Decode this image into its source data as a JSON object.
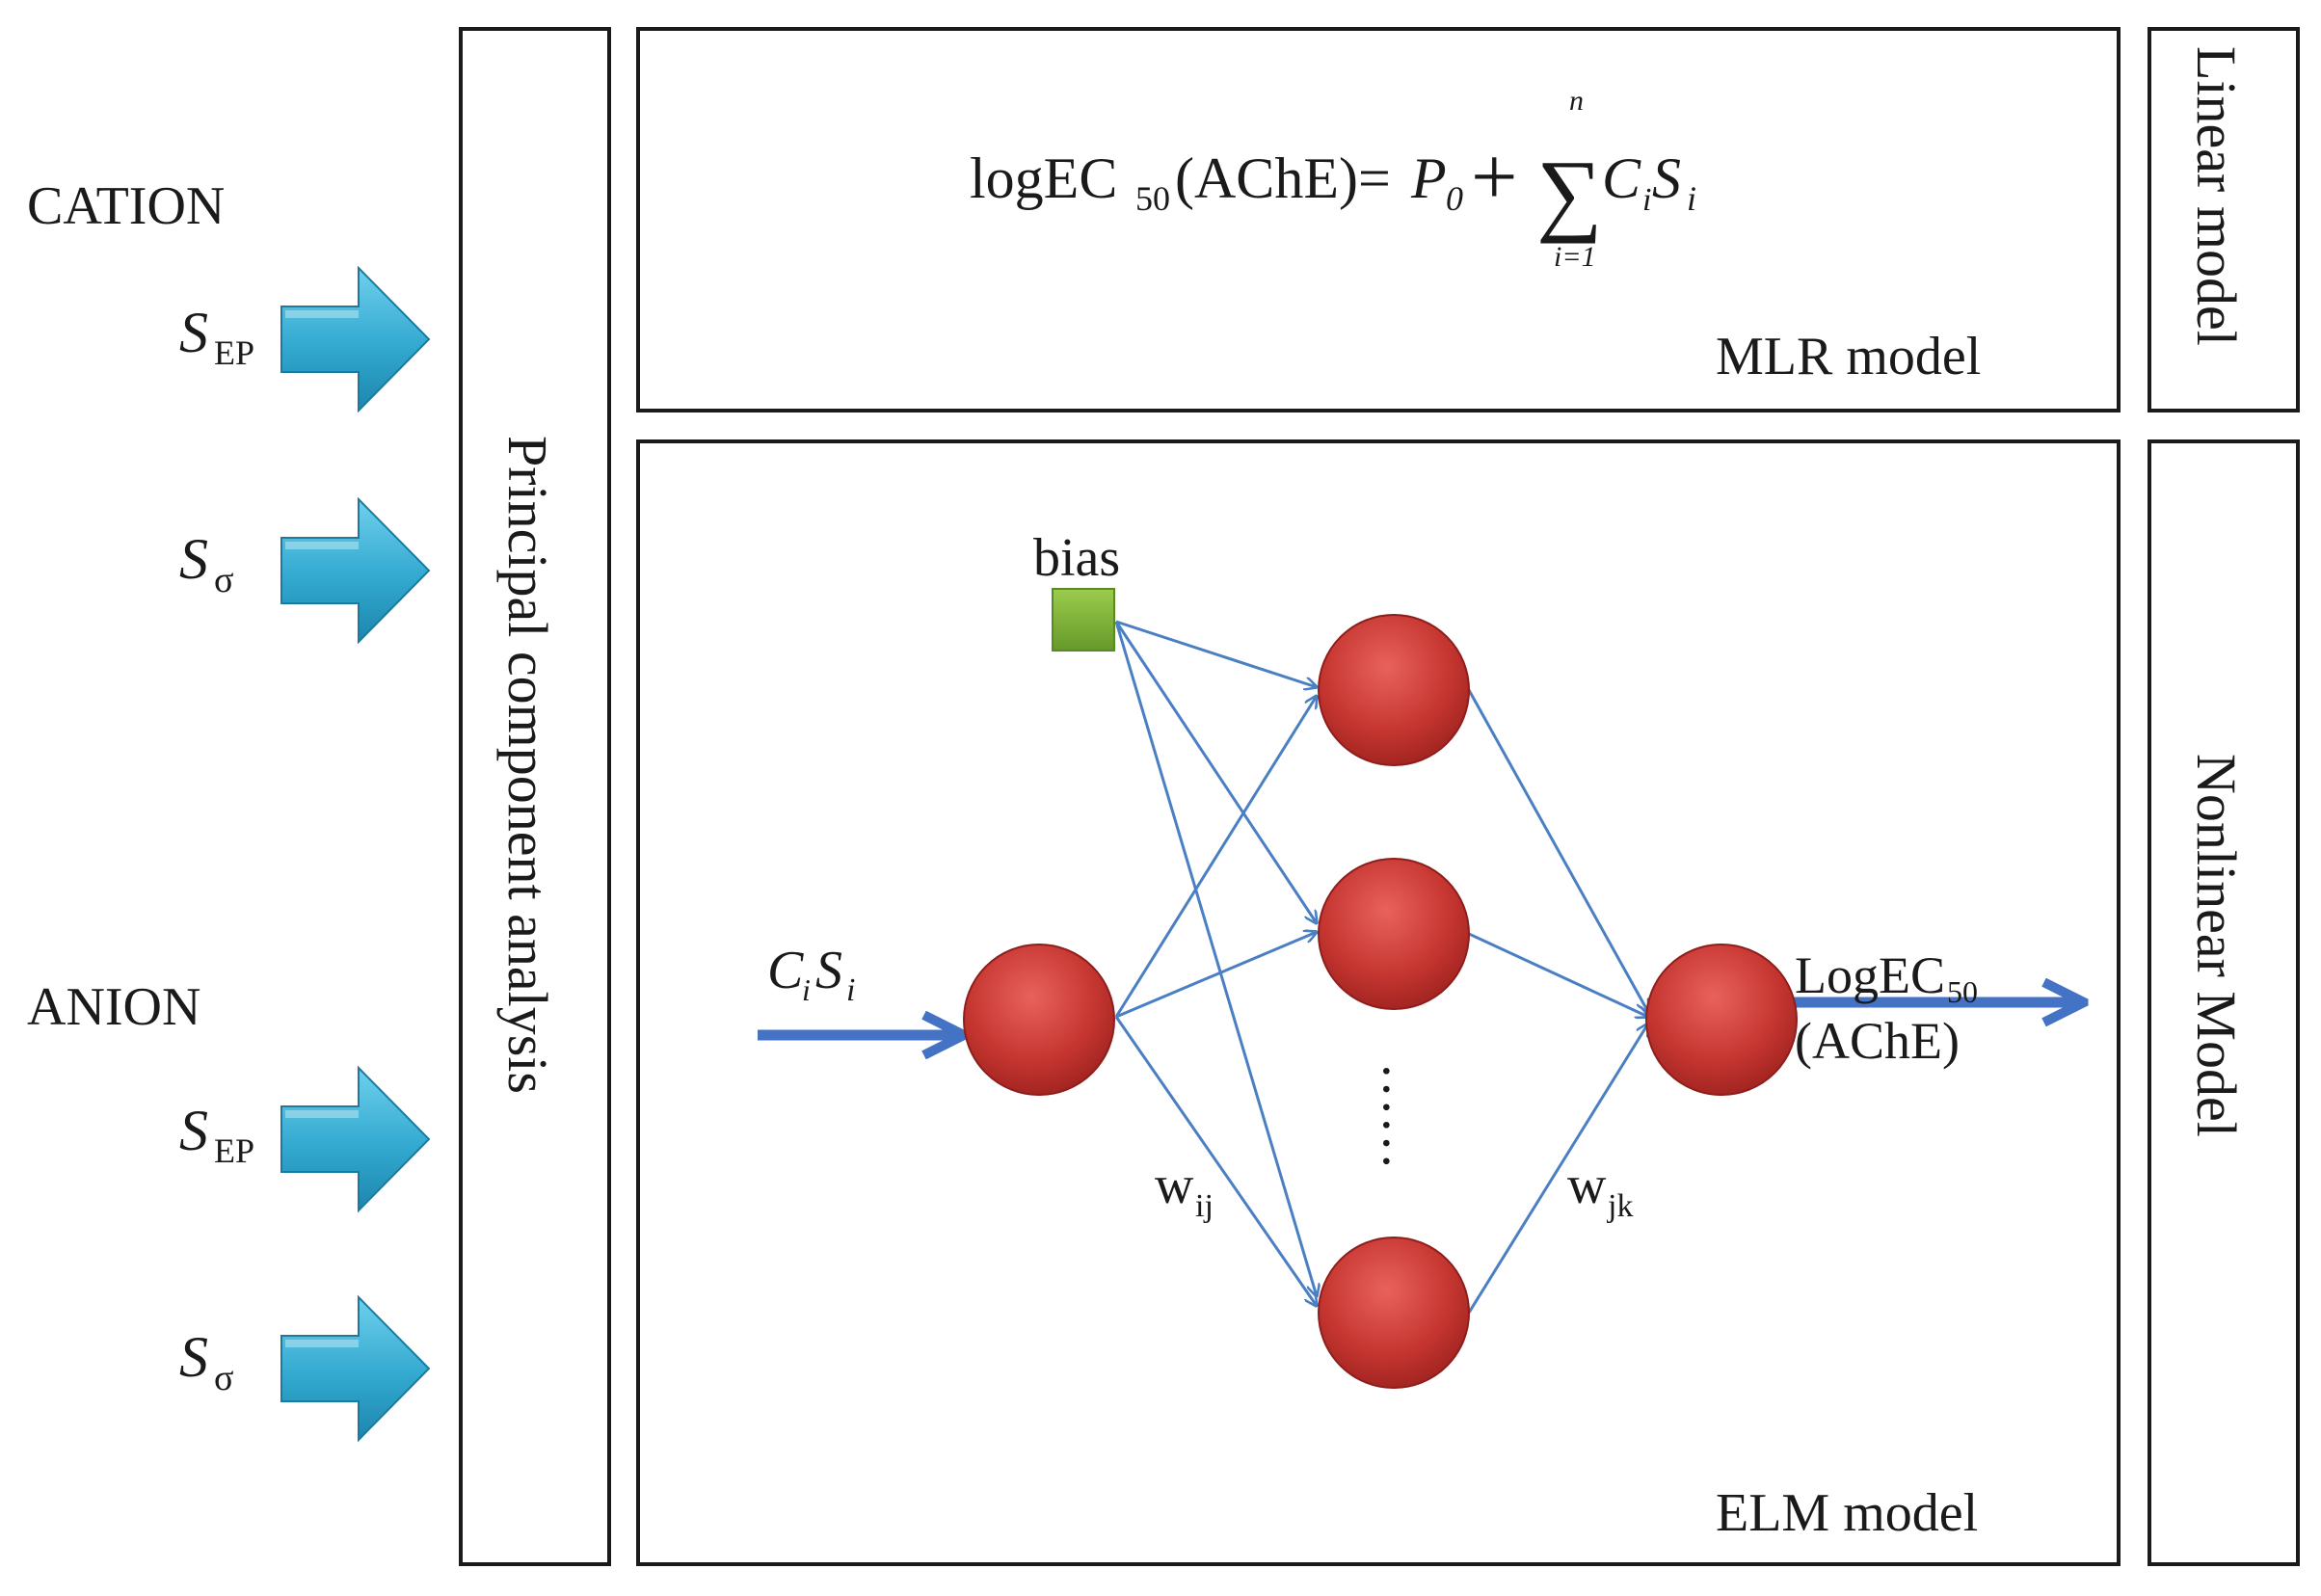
{
  "groups": {
    "cation": "CATION",
    "anion": "ANION"
  },
  "descriptors": {
    "s_letter": "S",
    "ep_sub": "EP",
    "sigma_sub": "σ"
  },
  "pca_label": "Principal component analysis",
  "mlr": {
    "formula_lhs": "logEC",
    "formula_lhs_sub": "50",
    "formula_mid": "(AChE)=",
    "formula_p": "P",
    "formula_p_sub": "0",
    "formula_plus": "+",
    "sum_symbol": "∑",
    "sum_upper": "n",
    "sum_lower": "i=1",
    "term_c": "C",
    "term_c_sub": "i",
    "term_s": "S",
    "term_s_sub": "i",
    "model_label": "MLR model"
  },
  "elm": {
    "bias_label": "bias",
    "input_c": "C",
    "input_c_sub": "i",
    "input_s": "S",
    "input_s_sub": "i",
    "w_ij": "w",
    "w_ij_sub": "ij",
    "w_jk": "w",
    "w_jk_sub": "jk",
    "ellipsis": "……",
    "output_line1": "LogEC",
    "output_line1_sub": "50",
    "output_line2": "(AChE)",
    "model_label": "ELM model"
  },
  "side_labels": {
    "linear": "Linear model",
    "nonlinear": "Nonlinear Model"
  },
  "colors": {
    "arrow_fill": "#3fb4d6",
    "arrow_dark": "#1a7fa6",
    "node_fill": "#c0312e",
    "node_highlight": "#e05a55",
    "bias_fill": "#7cae33",
    "connection": "#4a7fc4",
    "flow_arrow": "#4472c4",
    "frame": "#1a1a1a"
  }
}
